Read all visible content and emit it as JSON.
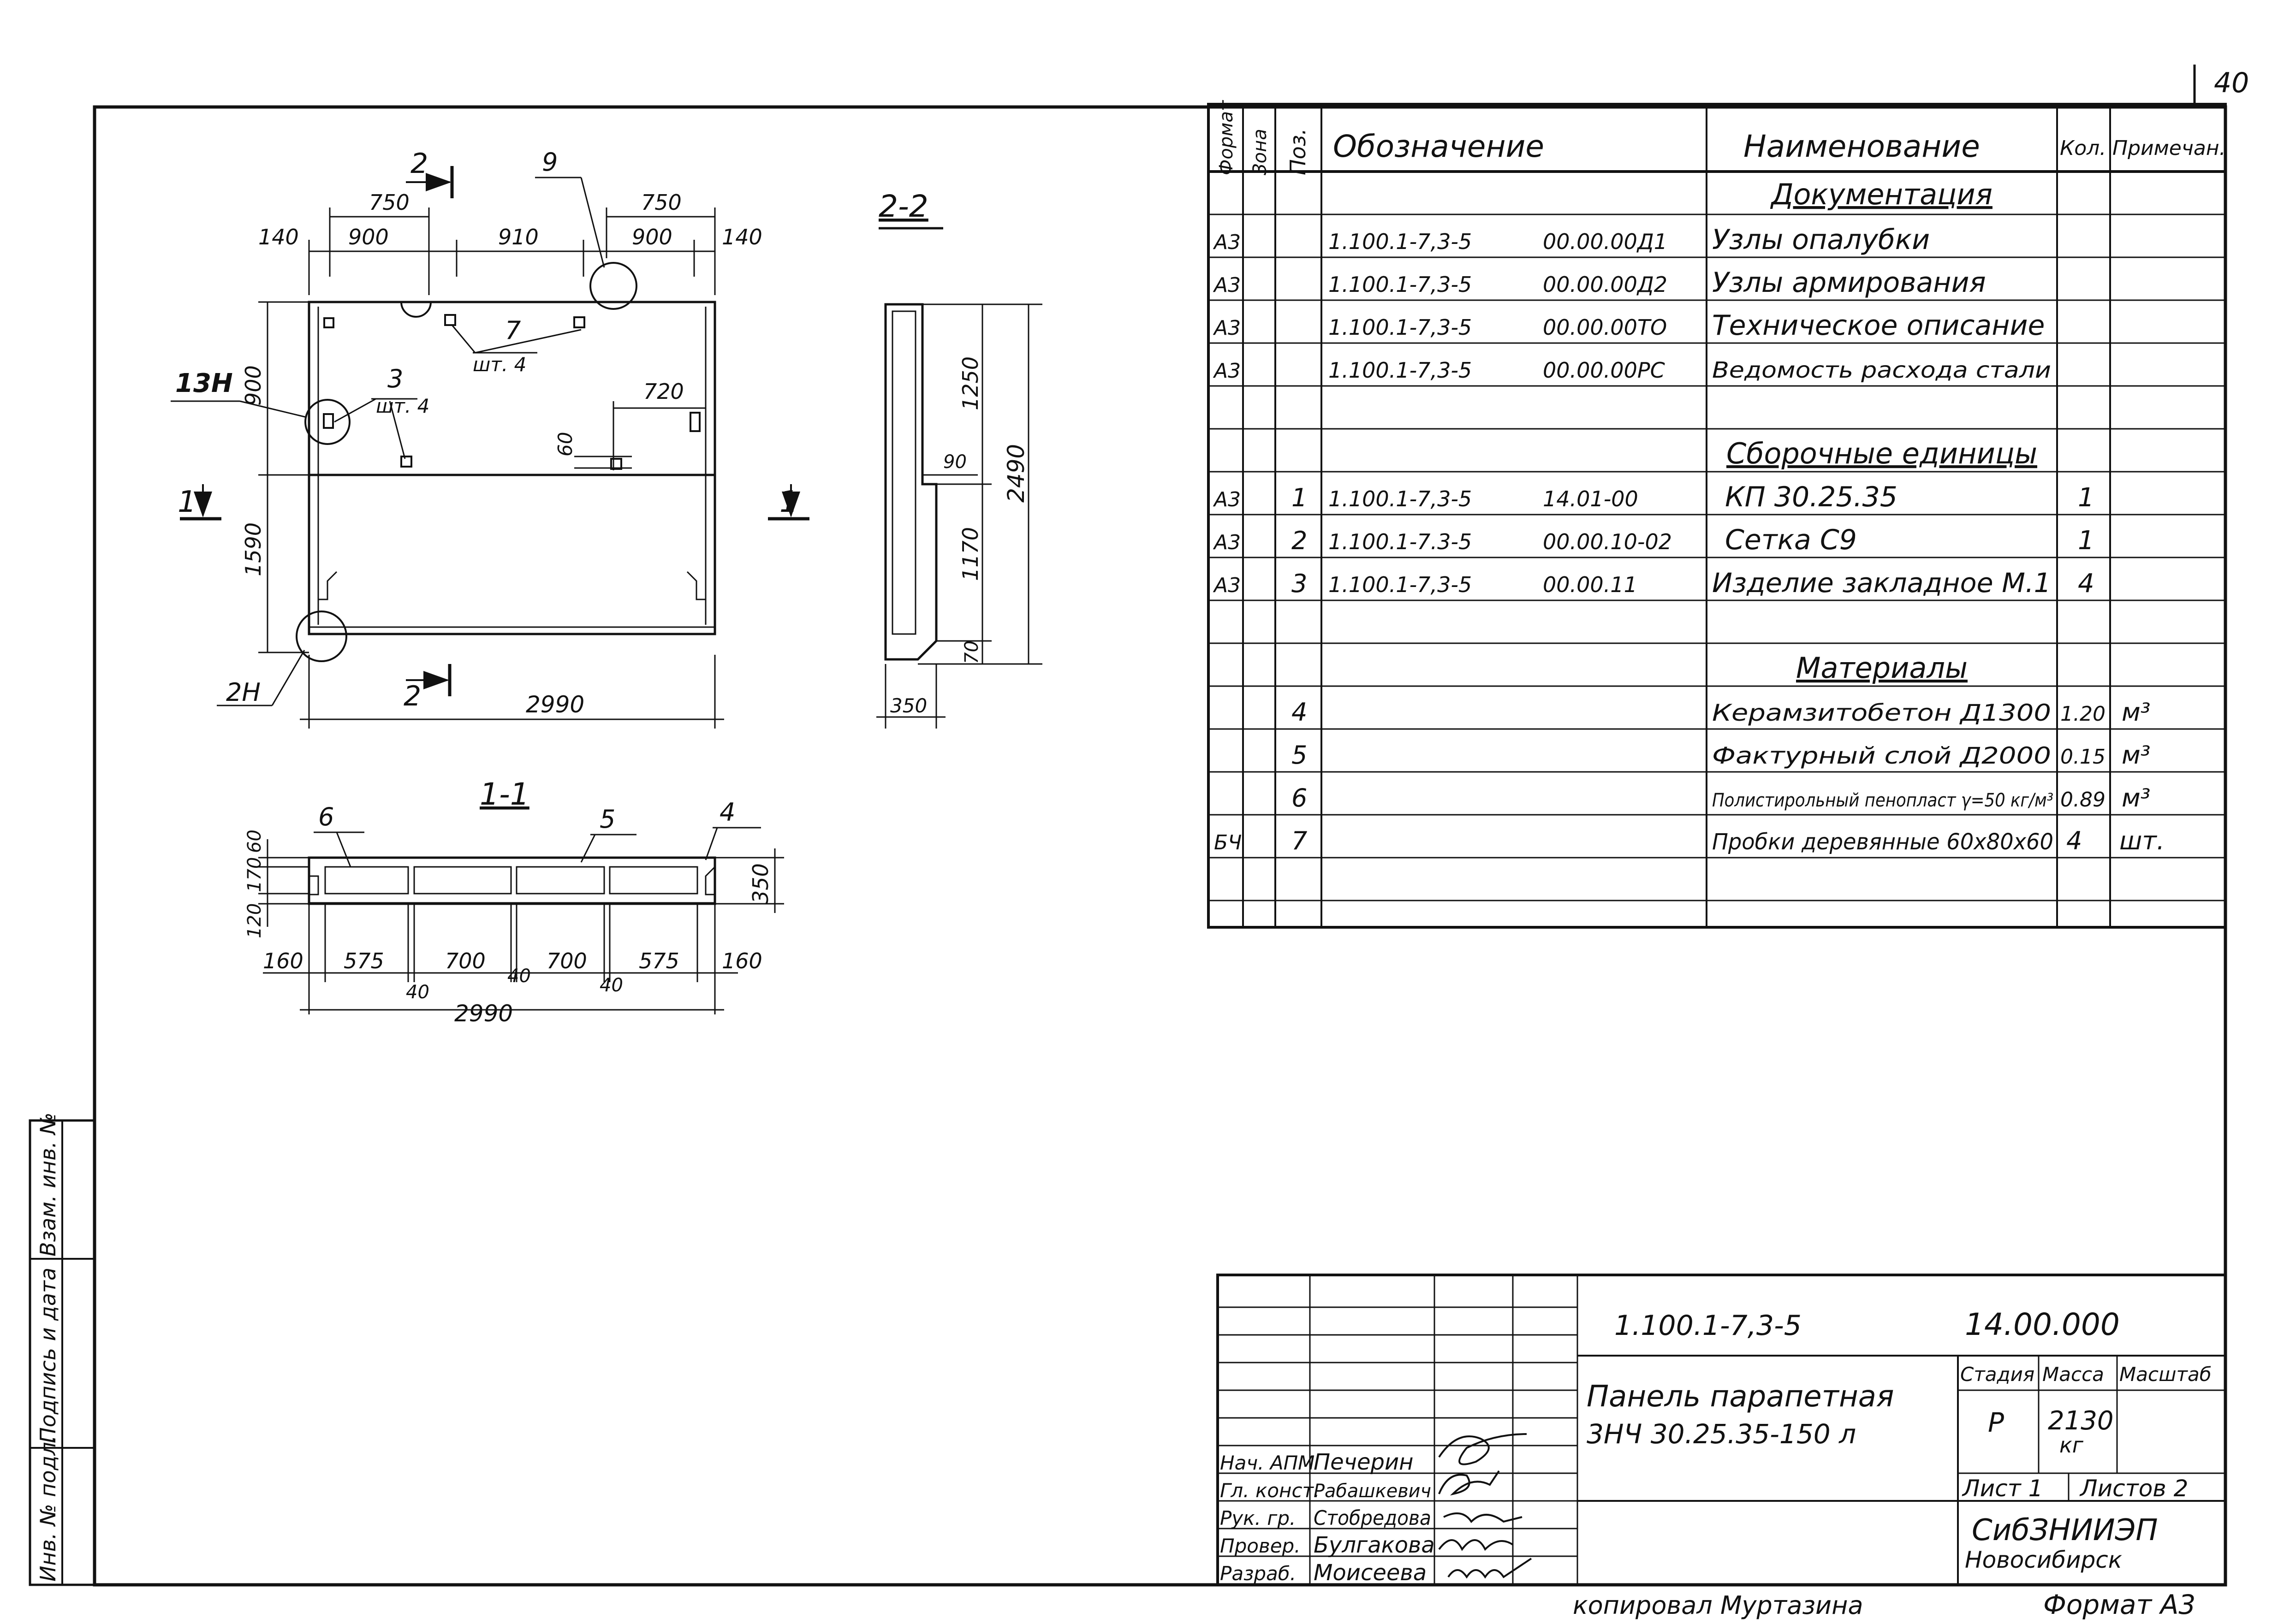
{
  "page_number": "40",
  "spec": {
    "headers": [
      "Формат",
      "Зона",
      "Поз.",
      "Обозначение",
      "Наименование",
      "Кол.",
      "Примечан."
    ],
    "rows": [
      {
        "fmt": "",
        "zone": "",
        "pos": "",
        "code": "",
        "doc": "",
        "name": "Документация",
        "qty": "",
        "note": "",
        "type": "section"
      },
      {
        "fmt": "А3",
        "zone": "",
        "pos": "",
        "code": "1.100.1-7,3-5",
        "doc": "00.00.00Д1",
        "name": "Узлы опалубки",
        "qty": "",
        "note": ""
      },
      {
        "fmt": "А3",
        "zone": "",
        "pos": "",
        "code": "1.100.1-7,3-5",
        "doc": "00.00.00Д2",
        "name": "Узлы армирования",
        "qty": "",
        "note": ""
      },
      {
        "fmt": "А3",
        "zone": "",
        "pos": "",
        "code": "1.100.1-7,3-5",
        "doc": "00.00.00ТО",
        "name": "Техническое описание",
        "qty": "",
        "note": ""
      },
      {
        "fmt": "А3",
        "zone": "",
        "pos": "",
        "code": "1.100.1-7,3-5",
        "doc": "00.00.00РС",
        "name": "Ведомость расхода стали",
        "qty": "",
        "note": ""
      },
      {
        "fmt": "",
        "zone": "",
        "pos": "",
        "code": "",
        "doc": "",
        "name": "",
        "qty": "",
        "note": ""
      },
      {
        "fmt": "",
        "zone": "",
        "pos": "",
        "code": "",
        "doc": "",
        "name": "Сборочные единицы",
        "qty": "",
        "note": "",
        "type": "section"
      },
      {
        "fmt": "А3",
        "zone": "",
        "pos": "1",
        "code": "1.100.1-7,3-5",
        "doc": "14.01-00",
        "name": "КП 30.25.35",
        "qty": "1",
        "note": ""
      },
      {
        "fmt": "А3",
        "zone": "",
        "pos": "2",
        "code": "1.100.1-7.3-5",
        "doc": "00.00.10-02",
        "name": "Сетка С9",
        "qty": "1",
        "note": ""
      },
      {
        "fmt": "А3",
        "zone": "",
        "pos": "3",
        "code": "1.100.1-7,3-5",
        "doc": "00.00.11",
        "name": "Изделие закладное М.1",
        "qty": "4",
        "note": ""
      },
      {
        "fmt": "",
        "zone": "",
        "pos": "",
        "code": "",
        "doc": "",
        "name": "",
        "qty": "",
        "note": ""
      },
      {
        "fmt": "",
        "zone": "",
        "pos": "",
        "code": "",
        "doc": "",
        "name": "Материалы",
        "qty": "",
        "note": "",
        "type": "section"
      },
      {
        "fmt": "",
        "zone": "",
        "pos": "4",
        "code": "",
        "doc": "",
        "name": "Керамзитобетон Д1300",
        "qty": "1.20",
        "note": "м³"
      },
      {
        "fmt": "",
        "zone": "",
        "pos": "5",
        "code": "",
        "doc": "",
        "name": "Фактурный слой Д2000",
        "qty": "0.15",
        "note": "м³"
      },
      {
        "fmt": "",
        "zone": "",
        "pos": "6",
        "code": "",
        "doc": "",
        "name": "Полистирольный пенопласт γ=50 кг/м³",
        "qty": "0.89",
        "note": "м³"
      },
      {
        "fmt": "БЧ",
        "zone": "",
        "pos": "7",
        "code": "",
        "doc": "",
        "name": "Пробки деревянные 60х80х60",
        "qty": "4",
        "note": "шт."
      },
      {
        "fmt": "",
        "zone": "",
        "pos": "",
        "code": "",
        "doc": "",
        "name": "",
        "qty": "",
        "note": ""
      }
    ]
  },
  "plan": {
    "dims_top1": [
      "750",
      "750"
    ],
    "dims_top2": [
      "140",
      "900",
      "910",
      "900",
      "140"
    ],
    "dim_left_upper": "900",
    "dim_left_lower": "1590",
    "dim_bottom": "2990",
    "dim_720": "720",
    "dim_60": "60",
    "callout_7": "7",
    "callout_7_qty": "шт. 4",
    "callout_3": "3",
    "callout_3_qty": "шт. 4",
    "callout_9": "9",
    "node_13h": "13Н",
    "node_2h": "2Н",
    "cut_2": "2",
    "cut_1": "1"
  },
  "section22": {
    "label": "2-2",
    "dims": [
      "1250",
      "90",
      "1170",
      "70",
      "2490",
      "350"
    ]
  },
  "section11": {
    "label": "1-1",
    "callouts": [
      "6",
      "5",
      "4"
    ],
    "dims_left": [
      "60",
      "170",
      "120"
    ],
    "dim_right": "350",
    "dims_bottom": [
      "160",
      "575",
      "700",
      "700",
      "575",
      "160"
    ],
    "dims_gaps": [
      "40",
      "40",
      "40"
    ],
    "dim_total": "2990"
  },
  "stamp": {
    "code": "1.100.1-7,3-5",
    "number": "14.00.000",
    "title_line1": "Панель парапетная",
    "title_line2": "3НЧ 30.25.35-150 л",
    "h_stage": "Стадия",
    "h_mass": "Масса",
    "h_scale": "Масштаб",
    "stage": "Р",
    "mass": "2130",
    "mass_unit": "кг",
    "sheet_label": "Лист 1",
    "sheets_label": "Листов 2",
    "org1": "СибЗНИИЭП",
    "org2": "Новосибирск",
    "roles": [
      {
        "role": "Нач. АПМ",
        "name": "Печерин"
      },
      {
        "role": "Гл. конст.",
        "name": "Рабашкевич"
      },
      {
        "role": "Рук. гр.",
        "name": "Стобредова"
      },
      {
        "role": "Провер.",
        "name": "Булгакова"
      },
      {
        "role": "Разраб.",
        "name": "Моисеева"
      }
    ]
  },
  "side_stamp": [
    "Инв. № подл.",
    "Подпись и дата",
    "Взам. инв. №"
  ],
  "footer": {
    "copied": "копировал Муртазина",
    "format": "Формат А3"
  }
}
